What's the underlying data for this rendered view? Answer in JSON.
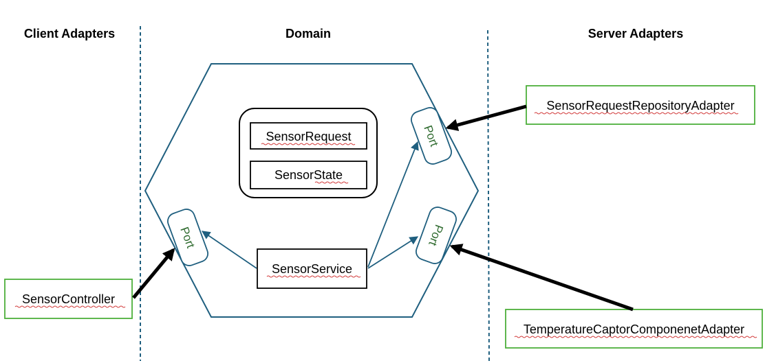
{
  "headings": {
    "client": "Client Adapters",
    "domain": "Domain",
    "server": "Server Adapters"
  },
  "domain_model": {
    "entities": [
      "SensorRequest",
      "SensorState"
    ],
    "service": "SensorService"
  },
  "ports": {
    "left": "Port",
    "top_right": "Port",
    "bottom_right": "Port"
  },
  "adapters": {
    "client": "SensorController",
    "server_repository": "SensorRequestRepositoryAdapter",
    "server_captor": "TemperatureCaptorComponenetAdapter"
  },
  "colors": {
    "hexagon": "#1f5f7f",
    "divider": "#1f5f7f",
    "port_border": "#1f5f7f",
    "port_text": "#2f6b2f",
    "adapter_border": "#4caf3a",
    "arrow": "#000000",
    "spellcheck_underline": "#d23c3c"
  }
}
